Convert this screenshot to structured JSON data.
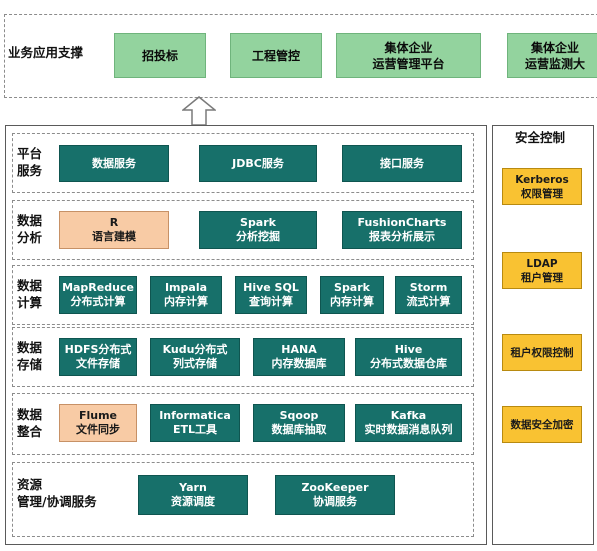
{
  "top": {
    "label": "业务应用支撑",
    "boxes": [
      "招投标",
      "工程管控",
      "集体企业\n运营管理平台",
      "集体企业\n运营监测大"
    ]
  },
  "layers": [
    {
      "label": "平台\n服务",
      "boxes": [
        "数据服务",
        "JDBC服务",
        "接口服务"
      ]
    },
    {
      "label": "数据\n分析",
      "boxes": [
        "R\n语言建模",
        "Spark\n分析挖掘",
        "FushionCharts\n报表分析展示"
      ]
    },
    {
      "label": "数据\n计算",
      "boxes": [
        "MapReduce\n分布式计算",
        "Impala\n内存计算",
        "Hive SQL\n查询计算",
        "Spark\n内存计算",
        "Storm\n流式计算"
      ]
    },
    {
      "label": "数据\n存储",
      "boxes": [
        "HDFS分布式\n文件存储",
        "Kudu分布式\n列式存储",
        "HANA\n内存数据库",
        "Hive\n分布式数据仓库"
      ]
    },
    {
      "label": "数据\n整合",
      "boxes": [
        "Flume\n文件同步",
        "Informatica\nETL工具",
        "Sqoop\n数据库抽取",
        "Kafka\n实时数据消息队列"
      ]
    },
    {
      "label": "资源\n管理/协调服务",
      "boxes": [
        "Yarn\n资源调度",
        "ZooKeeper\n协调服务"
      ]
    }
  ],
  "security": {
    "title": "安全控制",
    "boxes": [
      "Kerberos\n权限管理",
      "LDAP\n租户管理",
      "租户权限控制",
      "数据安全加密"
    ]
  }
}
